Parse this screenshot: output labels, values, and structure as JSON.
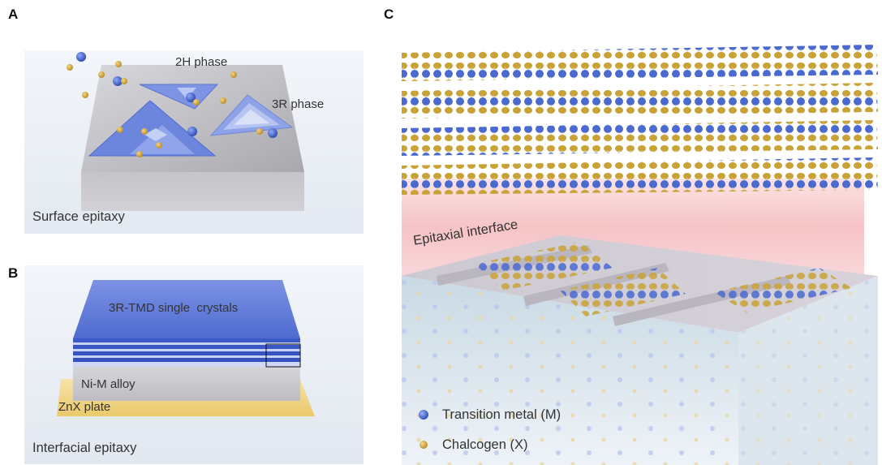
{
  "panels": {
    "a": {
      "letter": "A",
      "label_2h": "2H phase",
      "label_3r": "3R phase",
      "caption": "Surface epitaxy"
    },
    "b": {
      "letter": "B",
      "crystal_label": "3R-TMD single  crystals",
      "alloy_label": "Ni-M alloy",
      "plate_label": "ZnX plate",
      "caption": "Interfacial epitaxy"
    },
    "c": {
      "letter": "C",
      "interface_label": "Epitaxial interface",
      "legend": [
        {
          "label": "Transition metal (M)",
          "color": "#3f63c8",
          "icon": "metal-atom-icon"
        },
        {
          "label": "Chalcogen (X)",
          "color": "#c9a237",
          "icon": "chalcogen-atom-icon"
        }
      ]
    }
  },
  "colors": {
    "metal": "#3f63c8",
    "chalcogen": "#c9a237",
    "crystal_blue": "#5874d6",
    "plate_yellow": "#f1d98e",
    "substrate_gray": "#c8c8cc",
    "interface_pink": "#f7c9cc"
  }
}
